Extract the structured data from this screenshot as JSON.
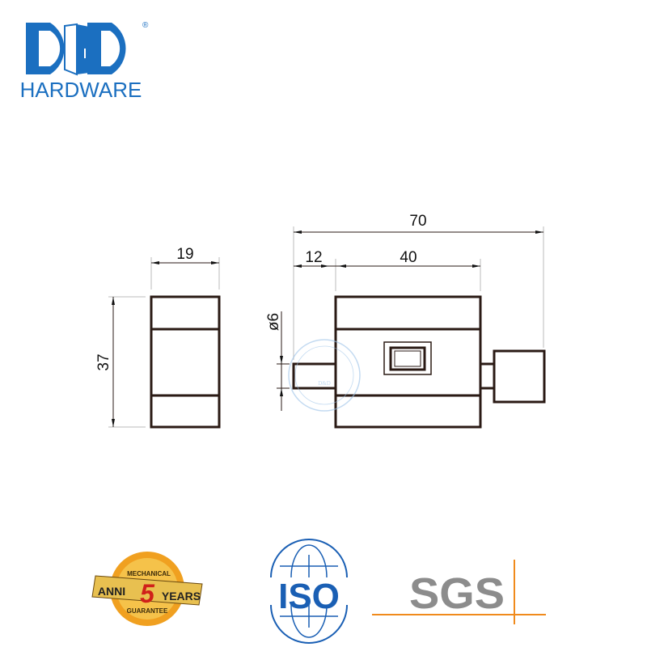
{
  "logo": {
    "brand": "D&D",
    "text": "HARDWARE",
    "registered": "®",
    "color": "#1b6fc0"
  },
  "drawing": {
    "side_view": {
      "width_label": "19",
      "height_label": "37"
    },
    "front_view": {
      "overall_label": "70",
      "pin_length_label": "12",
      "body_label": "40",
      "pin_diameter_label": "ø6"
    },
    "watermark": {
      "text": "D&D Hardware Industrial Co.,Ltd",
      "color": "#9cc3e8"
    }
  },
  "badges": {
    "guarantee": {
      "top": "MECHANICAL",
      "left": "ANNI",
      "number": "5",
      "right": "YEARS",
      "bottom": "GUARANTEE"
    },
    "iso": {
      "text": "ISO",
      "color": "#1a5fb4"
    },
    "sgs": {
      "text": "SGS",
      "color": "#8c8c8c",
      "accent": "#f08a1c"
    }
  }
}
